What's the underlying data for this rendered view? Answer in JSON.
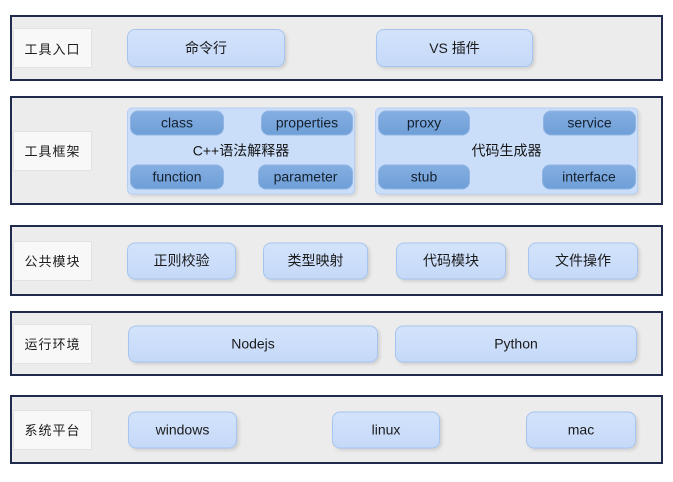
{
  "colors": {
    "row_border": "#1f2a4c",
    "row_background": "#ececec",
    "light_pill": "#c9dcf8",
    "light_pill_border": "#a6c4ef",
    "dark_pill": "#74a2db",
    "panel": "#cbdef9"
  },
  "rows": [
    {
      "label": "工具入口",
      "pills": [
        "命令行",
        "VS 插件"
      ]
    },
    {
      "label": "工具框架",
      "panels": [
        {
          "title": "C++语法解释器",
          "corners": {
            "tl": "class",
            "tr": "properties",
            "bl": "function",
            "br": "parameter"
          }
        },
        {
          "title": "代码生成器",
          "corners": {
            "tl": "proxy",
            "tr": "service",
            "bl": "stub",
            "br": "interface"
          }
        }
      ]
    },
    {
      "label": "公共模块",
      "pills": [
        "正则校验",
        "类型映射",
        "代码模块",
        "文件操作"
      ]
    },
    {
      "label": "运行环境",
      "pills": [
        "Nodejs",
        "Python"
      ]
    },
    {
      "label": "系统平台",
      "pills": [
        "windows",
        "linux",
        "mac"
      ]
    }
  ]
}
